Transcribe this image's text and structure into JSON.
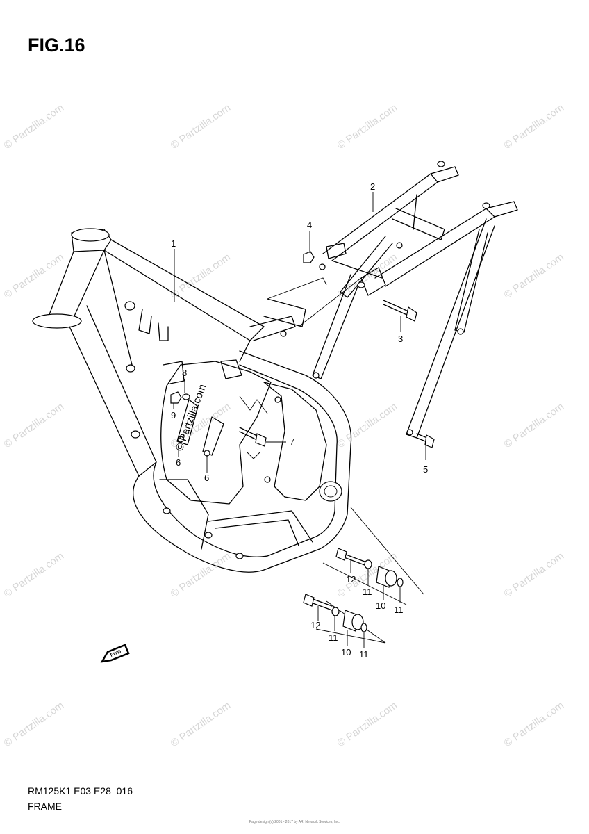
{
  "figure": {
    "title": "FIG.16"
  },
  "footer": {
    "ref_code": "RM125K1 E03 E28_016",
    "section_name": "FRAME",
    "fine_print": "Page design (c) 2001 - 2017 by ARI Network Services, Inc."
  },
  "watermark": {
    "text": "© Partzilla.com"
  },
  "fwd_label": "FWD",
  "callouts": [
    {
      "id": "c1",
      "text": "1"
    },
    {
      "id": "c2",
      "text": "2"
    },
    {
      "id": "c3",
      "text": "3"
    },
    {
      "id": "c4",
      "text": "4"
    },
    {
      "id": "c5",
      "text": "5"
    },
    {
      "id": "c6a",
      "text": "6"
    },
    {
      "id": "c6b",
      "text": "6"
    },
    {
      "id": "c7",
      "text": "7"
    },
    {
      "id": "c8",
      "text": "8"
    },
    {
      "id": "c9",
      "text": "9"
    },
    {
      "id": "c10a",
      "text": "10"
    },
    {
      "id": "c10b",
      "text": "10"
    },
    {
      "id": "c11a",
      "text": "11"
    },
    {
      "id": "c11b",
      "text": "11"
    },
    {
      "id": "c11c",
      "text": "11"
    },
    {
      "id": "c11d",
      "text": "11"
    },
    {
      "id": "c12a",
      "text": "12"
    },
    {
      "id": "c12b",
      "text": "12"
    }
  ]
}
